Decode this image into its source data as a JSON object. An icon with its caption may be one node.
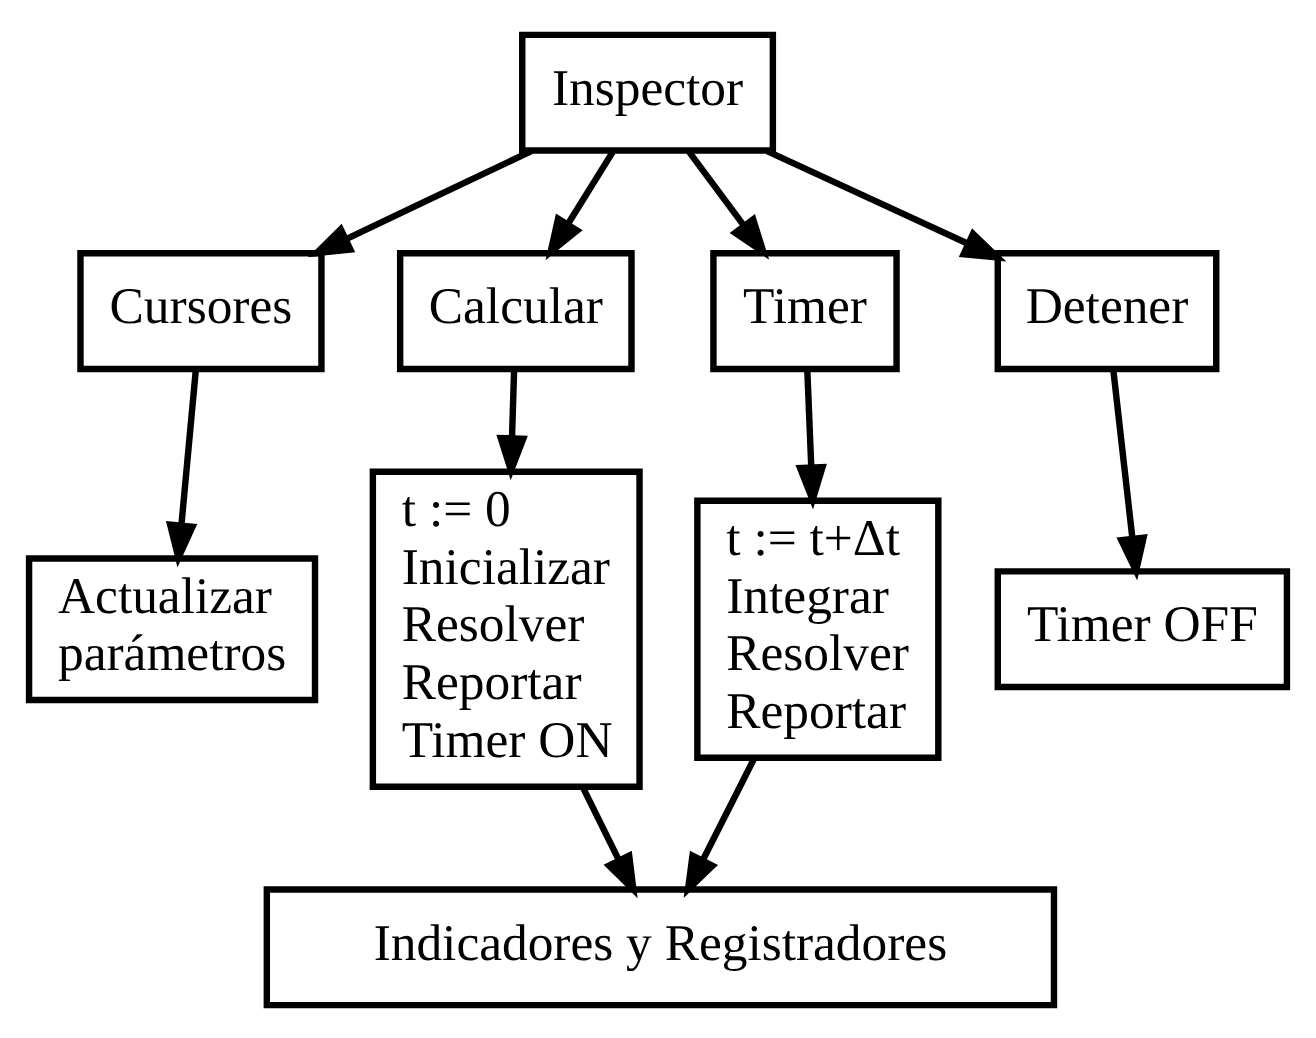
{
  "diagram": {
    "nodes": [
      {
        "text": [
          "Inspector"
        ]
      },
      {
        "text": [
          "Cursores"
        ]
      },
      {
        "text": [
          "Calcular"
        ]
      },
      {
        "text": [
          "Timer"
        ]
      },
      {
        "text": [
          "Detener"
        ]
      },
      {
        "text": [
          "Actualizar parámetros"
        ]
      },
      {
        "text": [
          "t := 0",
          "Inicializar",
          "Resolver",
          "Reportar",
          "Timer ON"
        ]
      },
      {
        "text": [
          "t := t+Δt",
          "Integrar",
          "Resolver",
          "Reportar"
        ]
      },
      {
        "text": [
          "Timer OFF"
        ]
      },
      {
        "text": [
          "Indicadores y Registradores"
        ]
      }
    ],
    "edges": [
      {
        "from": 0,
        "to": 1,
        "arrow": "to"
      },
      {
        "from": 0,
        "to": 2,
        "arrow": "to"
      },
      {
        "from": 0,
        "to": 3,
        "arrow": "to"
      },
      {
        "from": 0,
        "to": 4,
        "arrow": "to"
      },
      {
        "from": 1,
        "to": 5,
        "arrow": "to"
      },
      {
        "from": 2,
        "to": 6,
        "arrow": "to"
      },
      {
        "from": 3,
        "to": 7,
        "arrow": "to"
      },
      {
        "from": 4,
        "to": 8,
        "arrow": "to"
      },
      {
        "from": 6,
        "to": 9,
        "arrow": "to"
      },
      {
        "from": 7,
        "to": 9,
        "arrow": "to"
      }
    ]
  }
}
